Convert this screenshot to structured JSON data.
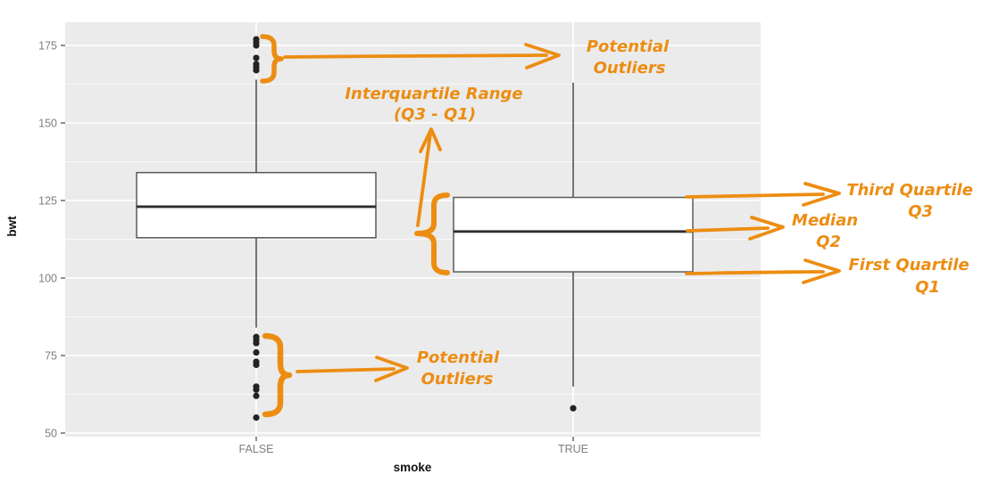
{
  "figure": {
    "background": "#ffffff",
    "panel_background": "#ebebeb",
    "gridline_color": "#ffffff",
    "accent_color": "#ec8d12",
    "box_fill": "#ffffff",
    "box_stroke": "#5a5a5a",
    "median_stroke": "#2d2d2d",
    "whisker_stroke": "#3c3c3c",
    "point_color": "#232323",
    "tick_mark_color": "#333333",
    "axis_text_color": "#7f7f7f",
    "axis_title_color": "#111111"
  },
  "chart_data": {
    "type": "boxplot",
    "title": "",
    "xlabel": "smoke",
    "ylabel": "bwt",
    "categories": [
      "FALSE",
      "TRUE"
    ],
    "y_ticks": [
      50,
      75,
      100,
      125,
      150,
      175
    ],
    "ylim": [
      49,
      181
    ],
    "grid": true,
    "legend": false,
    "series": [
      {
        "category": "FALSE",
        "whisker_low": 84,
        "q1": 113,
        "median": 123,
        "q3": 134,
        "whisker_high": 164,
        "outliers": [
          177,
          176,
          175,
          171,
          169,
          168,
          167,
          81,
          80,
          79,
          76,
          73,
          72,
          65,
          64,
          62,
          55
        ]
      },
      {
        "category": "TRUE",
        "whisker_low": 65,
        "q1": 102,
        "median": 115,
        "q3": 126,
        "whisker_high": 163,
        "outliers": [
          58
        ]
      }
    ]
  },
  "annotations": {
    "outliers_top": [
      "Potential",
      "Outliers"
    ],
    "iqr": [
      "Interquartile Range",
      "(Q3 - Q1)"
    ],
    "third_quartile": [
      "Third Quartile",
      "Q3"
    ],
    "median": [
      "Median",
      "Q2"
    ],
    "first_quartile": [
      "First Quartile",
      "Q1"
    ],
    "outliers_bottom": [
      "Potential",
      "Outliers"
    ]
  }
}
